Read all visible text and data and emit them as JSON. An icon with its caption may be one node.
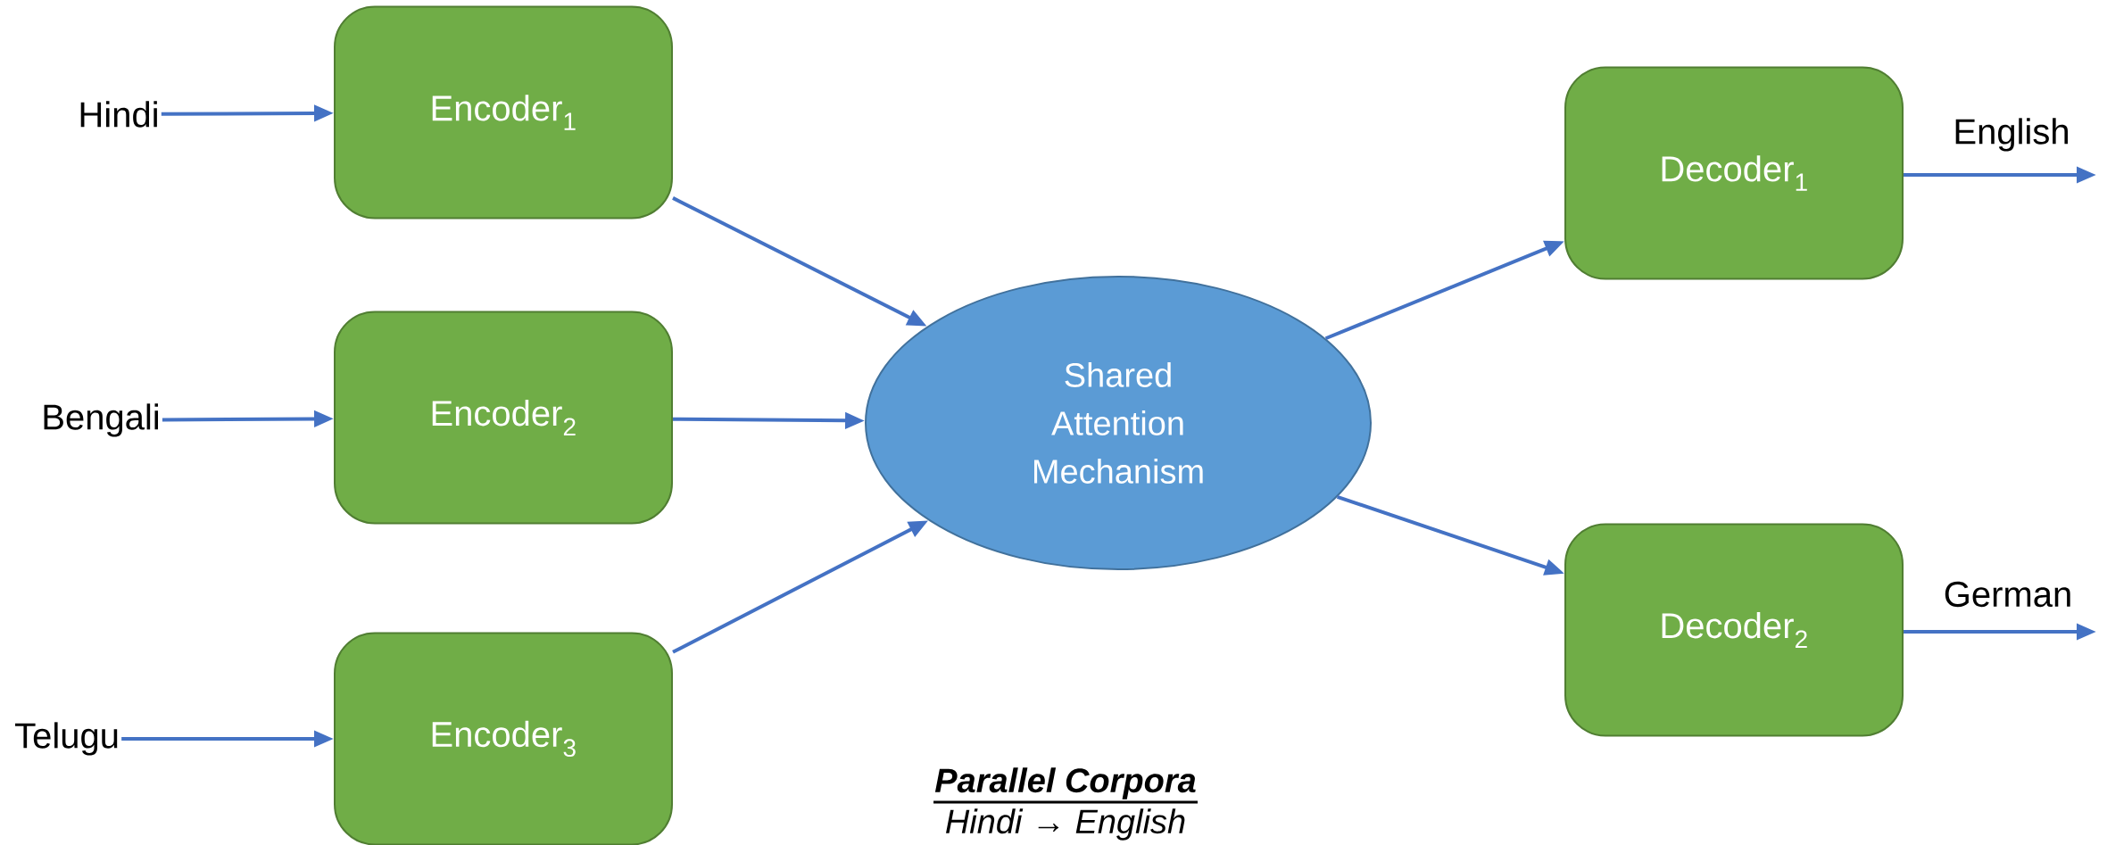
{
  "diagram": {
    "nodes": [
      {
        "text": [
          "Hindi"
        ]
      },
      {
        "text": [
          "Bengali"
        ]
      },
      {
        "text": [
          "Telugu"
        ]
      },
      {
        "text": [
          "Encoder$_{1}$"
        ]
      },
      {
        "text": [
          "Encoder$_{2}$"
        ]
      },
      {
        "text": [
          "Encoder$_{3}$"
        ]
      },
      {
        "text": [
          "Shared Attention Mechanism"
        ]
      },
      {
        "text": [
          "Decoder$_{1}$"
        ]
      },
      {
        "text": [
          "Decoder$_{2}$"
        ]
      }
    ],
    "edges": [
      {
        "from": 0,
        "to": 3,
        "arrow": "to"
      },
      {
        "from": 1,
        "to": 4,
        "arrow": "to"
      },
      {
        "from": 2,
        "to": 5,
        "arrow": "to"
      },
      {
        "from": 3,
        "to": 6,
        "arrow": "to"
      },
      {
        "from": 4,
        "to": 6,
        "arrow": "to"
      },
      {
        "from": 5,
        "to": 6,
        "arrow": "to"
      },
      {
        "from": 6,
        "to": 7,
        "arrow": "to"
      },
      {
        "from": 6,
        "to": 8,
        "arrow": "to"
      },
      {
        "from": 7,
        "to": null,
        "arrow": "to",
        "label": "English"
      },
      {
        "from": 8,
        "to": null,
        "arrow": "to",
        "label": "German"
      }
    ],
    "labels": [
      "Parallel Corpora",
      "Hindi → English"
    ]
  }
}
